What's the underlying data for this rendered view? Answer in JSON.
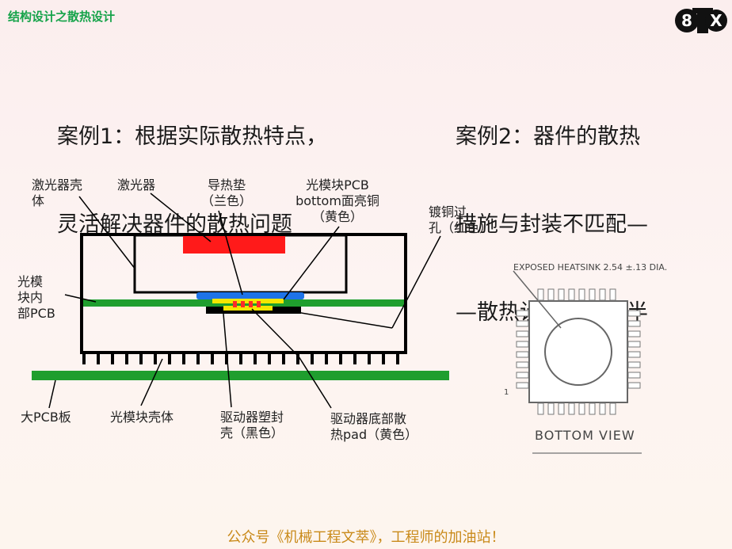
{
  "header": {
    "title": "结构设计之散热设计",
    "logo_text": "8TX"
  },
  "case1": {
    "line1": "案例1：根据实际散热特点，",
    "line2": "灵活解决器件的散热问题"
  },
  "case2": {
    "line1": "案例2：器件的散热",
    "line2": "措施与封装不匹配—",
    "line3": "—散热设计事倍功半"
  },
  "labels": {
    "laser_shell_1": "激光器壳",
    "laser_shell_2": "体",
    "laser": "激光器",
    "thermal_pad_1": "导热垫",
    "thermal_pad_2": "（兰色）",
    "pcb_copper_1": "光模块PCB",
    "pcb_copper_2": "bottom面亮铜",
    "pcb_copper_3": "（黄色）",
    "via_1": "镀铜过",
    "via_2": "孔（红色）",
    "inner_pcb_1": "光模",
    "inner_pcb_2": "块内",
    "inner_pcb_3": "部PCB",
    "big_pcb": "大PCB板",
    "module_shell": "光模块壳体",
    "driver_mold_1": "驱动器塑封",
    "driver_mold_2": "壳（黑色）",
    "driver_pad_1": "驱动器底部散",
    "driver_pad_2": "热pad（黄色）"
  },
  "bottom_view": {
    "exposed_label": "EXPOSED HEATSINK 2.54 ±.13 DIA.",
    "title": "BOTTOM VIEW",
    "pin1": "1"
  },
  "colors": {
    "green_pcb": "#1f9e2e",
    "laser_red": "#ff1a1a",
    "thermal_blue": "#1e73e8",
    "copper_yellow": "#f5e600",
    "via_red": "#ff2a2a",
    "header_green": "#16a34a",
    "footer_gold": "#c98a1a"
  },
  "footer": {
    "text": "公众号《机械工程文萃》，工程师的加油站！"
  }
}
